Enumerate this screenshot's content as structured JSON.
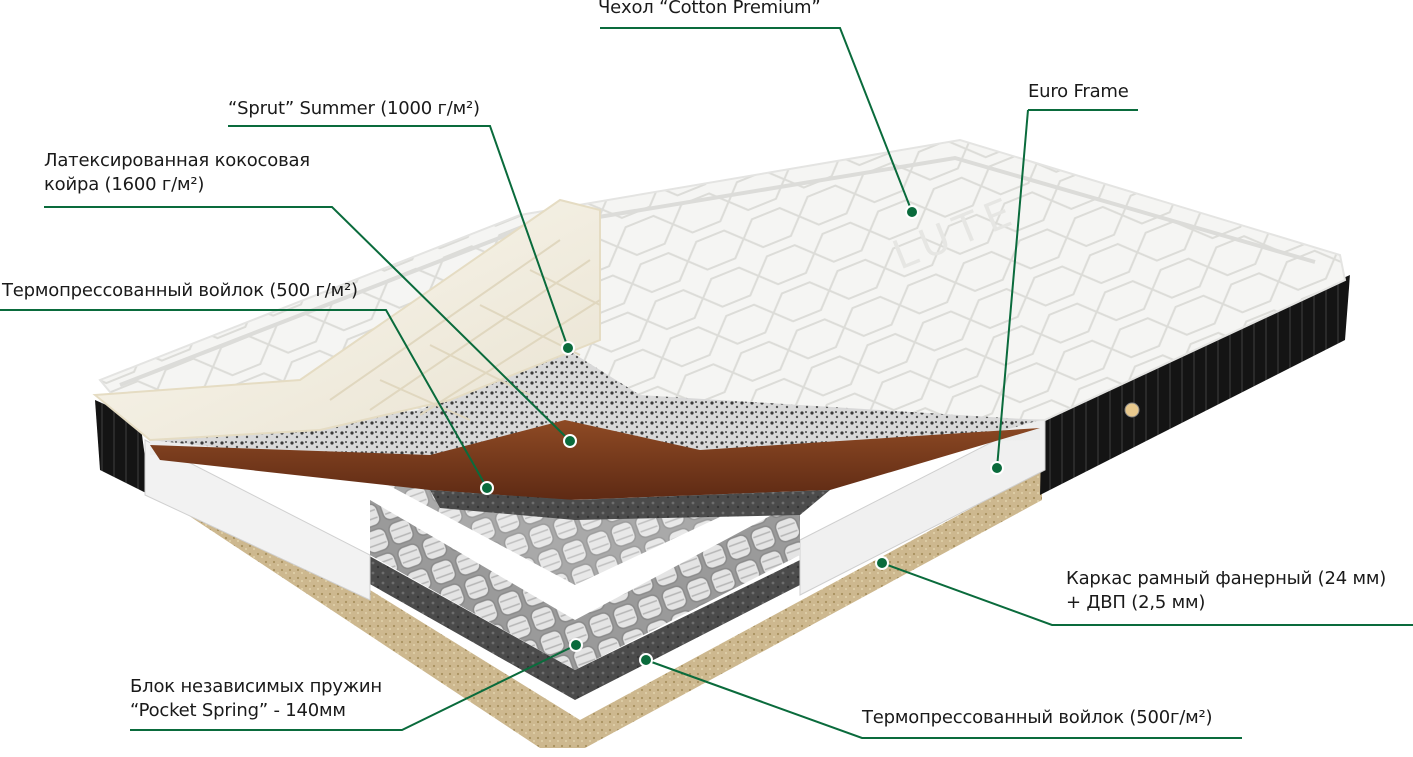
{
  "callouts": {
    "cover": "Чехол “Cotton Premium”",
    "sprut": "“Sprut” Summer (1000 г/м²)",
    "coir_line1": "Латексированная кокосовая",
    "coir_line2": "койра (1600 г/м²)",
    "felt_top": "Термопрессованный войлок (500 г/м²)",
    "euro_frame": "Euro Frame",
    "frame_line1": "Каркас рамный фанерный (24 мм)",
    "frame_line2": "+ ДВП (2,5 мм)",
    "spring_line1": "Блок независимых пружин",
    "spring_line2": "“Pocket Spring” - 140мм",
    "felt_bottom": "Термопрессованный войлок (500г/м²)"
  },
  "colors": {
    "leader_line": "#0a6b3c",
    "leader_dot": "#0a6b3c",
    "label_text": "#1a1a1a",
    "cover_fabric": "#f4f4f2",
    "side_panel": "#151515",
    "coir": "#7a3a1c",
    "felt": "#5a5a5a",
    "board": "#c9b48c",
    "springs": "#d8d8d8"
  },
  "icons": {
    "logo_embossed": "lute-logo"
  }
}
